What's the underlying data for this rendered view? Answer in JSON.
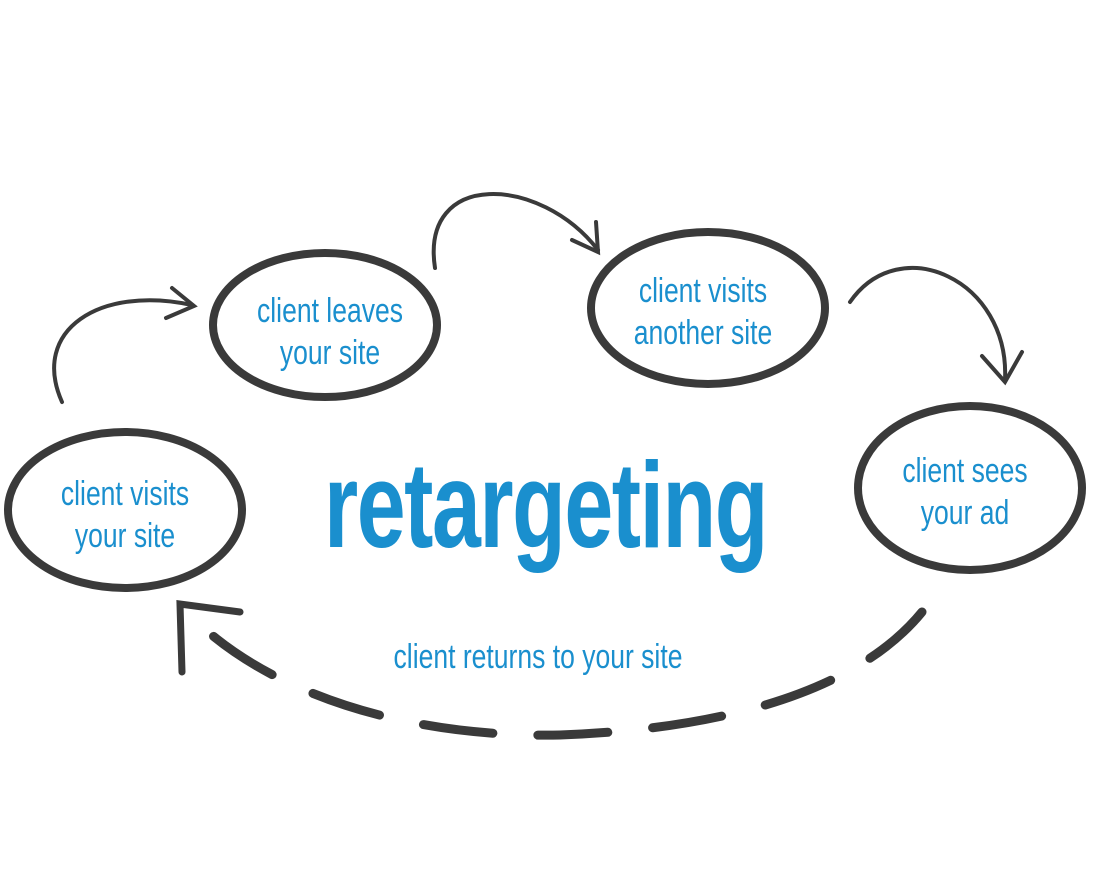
{
  "title": "retargeting",
  "nodes": [
    {
      "line1": "client visits",
      "line2": "your site"
    },
    {
      "line1": "client leaves",
      "line2": "your site"
    },
    {
      "line1": "client visits",
      "line2": "another site"
    },
    {
      "line1": "client sees",
      "line2": "your ad"
    }
  ],
  "return_label": "client returns to your site",
  "colors": {
    "accent": "#1a8fce",
    "stroke": "#3a3a3a"
  }
}
